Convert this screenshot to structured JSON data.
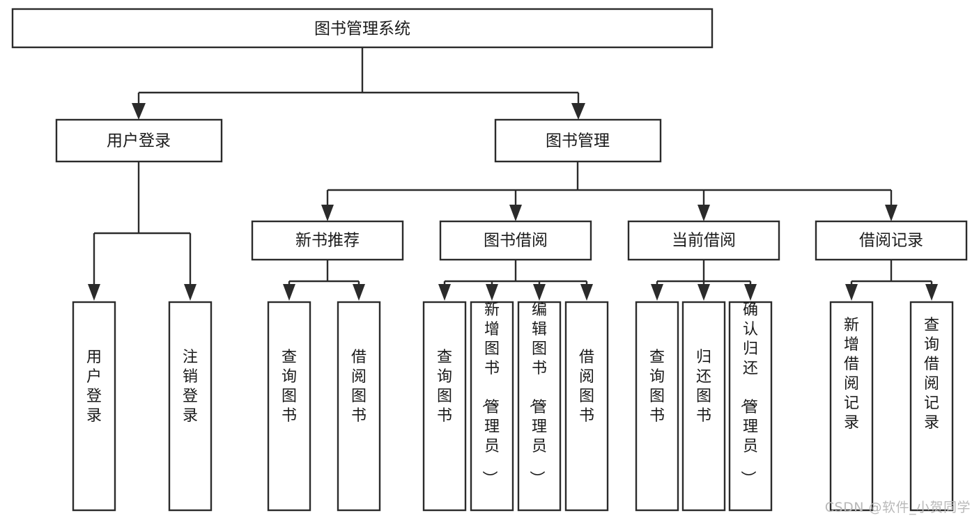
{
  "diagram": {
    "title": "图书管理系统",
    "type": "tree-hierarchy",
    "orientation": "top-down",
    "colors": {
      "box_stroke": "#2b2b2b",
      "box_fill": "#ffffff",
      "connector": "#2b2b2b",
      "text": "#1a1a1a",
      "background": "#ffffff",
      "watermark": "#b9b9b9"
    },
    "root": {
      "label": "图书管理系统"
    },
    "level2": [
      {
        "id": "user-login",
        "label": "用户登录"
      },
      {
        "id": "book-management",
        "label": "图书管理"
      }
    ],
    "level3": [
      {
        "id": "new-book-recommend",
        "label": "新书推荐",
        "parent": "book-management"
      },
      {
        "id": "book-borrow",
        "label": "图书借阅",
        "parent": "book-management"
      },
      {
        "id": "current-borrow",
        "label": "当前借阅",
        "parent": "book-management"
      },
      {
        "id": "borrow-record",
        "label": "借阅记录",
        "parent": "book-management"
      }
    ],
    "leaves": {
      "user-login": [
        {
          "id": "leaf-user-login",
          "label": "用户登录"
        },
        {
          "id": "leaf-logout",
          "label": "注销登录"
        }
      ],
      "new-book-recommend": [
        {
          "id": "leaf-query-book-1",
          "label": "查询图书"
        },
        {
          "id": "leaf-borrow-book-1",
          "label": "借阅图书"
        }
      ],
      "book-borrow": [
        {
          "id": "leaf-query-book-2",
          "label": "查询图书"
        },
        {
          "id": "leaf-add-book",
          "label": "新增图书（管理员）"
        },
        {
          "id": "leaf-edit-book",
          "label": "编辑图书（管理员）"
        },
        {
          "id": "leaf-borrow-book-2",
          "label": "借阅图书"
        }
      ],
      "current-borrow": [
        {
          "id": "leaf-query-book-3",
          "label": "查询图书"
        },
        {
          "id": "leaf-return-book",
          "label": "归还图书"
        },
        {
          "id": "leaf-confirm-return",
          "label": "确认归还（管理员）"
        }
      ],
      "borrow-record": [
        {
          "id": "leaf-add-record",
          "label": "新增借阅记录"
        },
        {
          "id": "leaf-query-record",
          "label": "查询借阅记录"
        }
      ]
    }
  },
  "watermark": {
    "text": "CSDN @软件_小贺同学"
  }
}
